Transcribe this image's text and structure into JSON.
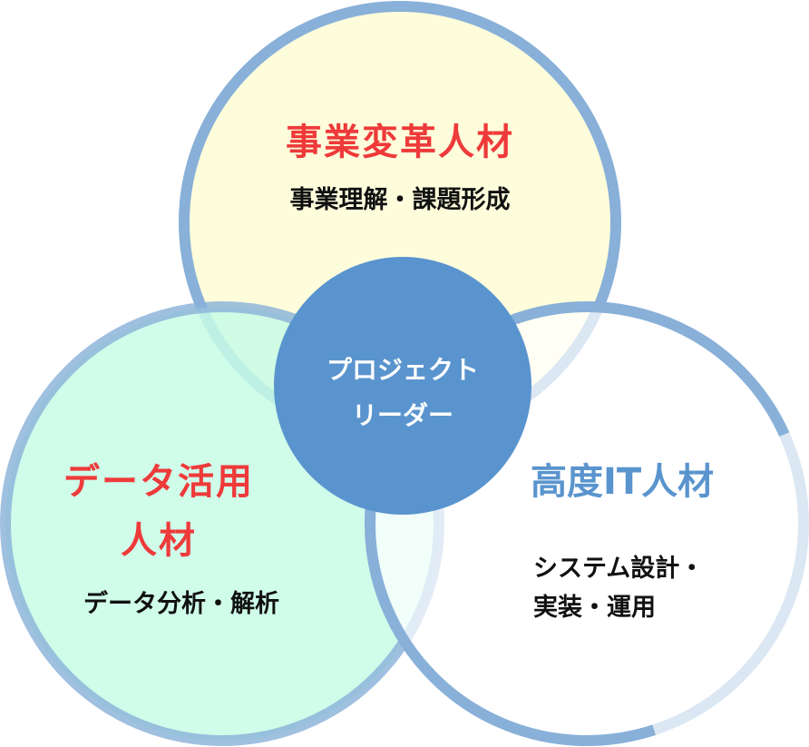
{
  "colors": {
    "ring": "#88b0d8",
    "top_fill": "#fdfddc",
    "left_fill": "#cdfbe8",
    "right_fill": "#ffffff",
    "center_fill": "#5a94ce",
    "red": "#ee3a3a",
    "blue": "#5a94ce"
  },
  "top": {
    "title": "事業変革人材",
    "subtitle": "事業理解・課題形成"
  },
  "left": {
    "title_line1": "データ活用",
    "title_line2": "人材",
    "subtitle": "データ分析・解析"
  },
  "right": {
    "title": "高度IT人材",
    "subtitle_line1": "システム設計・",
    "subtitle_line2": "実装・運用"
  },
  "center": {
    "line1": "プロジェクト",
    "line2": "リーダー"
  }
}
